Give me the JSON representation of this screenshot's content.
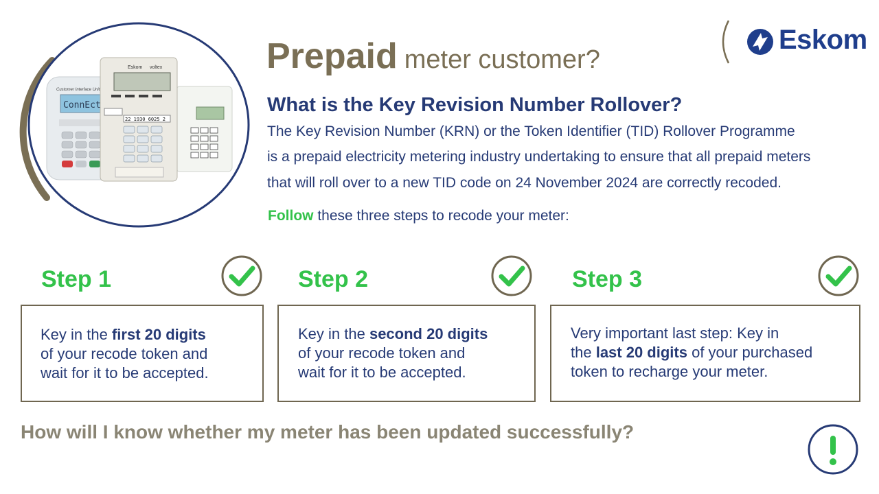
{
  "brand": {
    "logo_text": "Eskom",
    "primary_color": "#263a75",
    "accent_color": "#33c24a",
    "neutral_color": "#7a6f55"
  },
  "hero": {
    "image_icon": "prepaid-meters-image",
    "meter_labels": {
      "left_meter_screen": "ConnEct",
      "left_meter_heading": "Customer Interface Unit",
      "center_meter_brand": "Eskom",
      "center_meter_brand2": "voltex",
      "center_meter_number": "22 1930 6025 2"
    }
  },
  "title": {
    "strong": "Prepaid",
    "rest": "meter customer?"
  },
  "question": "What is the Key Revision Number Rollover?",
  "paragraph": {
    "line1": "The Key Revision Number (KRN) or the Token Identifier (TID) Rollover Programme",
    "line2": "is a prepaid electricity metering industry undertaking to ensure that all prepaid meters",
    "line3": "that will roll over to a new TID code on 24 November 2024 are correctly recoded."
  },
  "follow": {
    "strong": "Follow",
    "rest": " these three steps to recode your meter:"
  },
  "steps": [
    {
      "title": "Step 1",
      "icon": "check-circle-icon",
      "pre": "Key in the ",
      "bold": "first 20 digits",
      "line2": "of your recode token and",
      "line3": "wait for it to be accepted."
    },
    {
      "title": "Step 2",
      "icon": "check-circle-icon",
      "pre": "Key in the ",
      "bold": "second 20 digits",
      "line2": "of your recode token and",
      "line3": "wait for it to be accepted."
    },
    {
      "title": "Step 3",
      "icon": "check-circle-icon",
      "line1": "Very important last step: Key in",
      "pre": "the ",
      "bold": "last 20 digits",
      "post": " of your purchased",
      "line3": "token to recharge your meter."
    }
  ],
  "bottom_question": "How will I know whether my meter has been updated successfully?",
  "alert_icon": "exclamation-circle-icon"
}
